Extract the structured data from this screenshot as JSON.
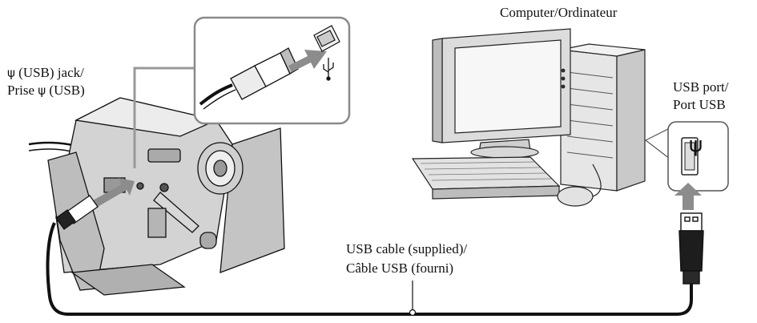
{
  "labels": {
    "computer": "Computer/Ordinateur",
    "usb_port_line1": "USB port/",
    "usb_port_line2": "Port USB",
    "usb_jack_line1_text": "(USB) jack/",
    "usb_jack_line2_prefix": "Prise",
    "usb_jack_line2_suffix": "(USB)",
    "cable_line1": "USB cable (supplied)/",
    "cable_line2": "Câble USB (fourni)"
  },
  "icons": {
    "usb_symbol": "ψ",
    "usb_glyph_name": "usb-icon"
  },
  "colors": {
    "line": "#111111",
    "panel_border": "#8a8a8a",
    "arrow_gray": "#8c8c8c",
    "body_gray": "#d9d9d9"
  }
}
